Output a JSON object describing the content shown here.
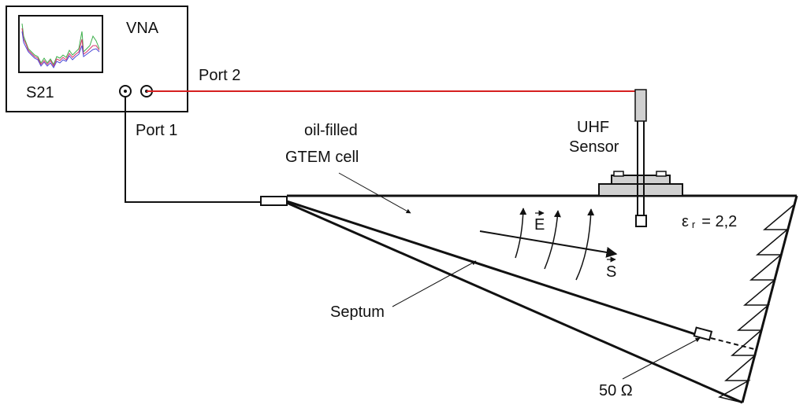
{
  "labels": {
    "vna": "VNA",
    "s21": "S21",
    "port1": "Port 1",
    "port2": "Port 2",
    "oil_filled": "oil-filled",
    "gtem_cell": "GTEM cell",
    "uhf": "UHF",
    "sensor": "Sensor",
    "epsilon": "ε",
    "epsilon_sub": "r",
    "epsilon_value": "= 2,2",
    "e_field": "E",
    "s_vector": "S",
    "septum": "Septum",
    "load": "50 Ω"
  },
  "colors": {
    "signal_cable": "#d62020",
    "lines": "#111111",
    "sensor_gray": "#d0d0d0",
    "trace_green": "#3cae4a",
    "trace_red": "#d6336c",
    "trace_blue": "#4a4ad6"
  },
  "icons": [
    "port-1-connector-icon",
    "port-2-connector-icon",
    "absorber-zigzag-icon"
  ]
}
